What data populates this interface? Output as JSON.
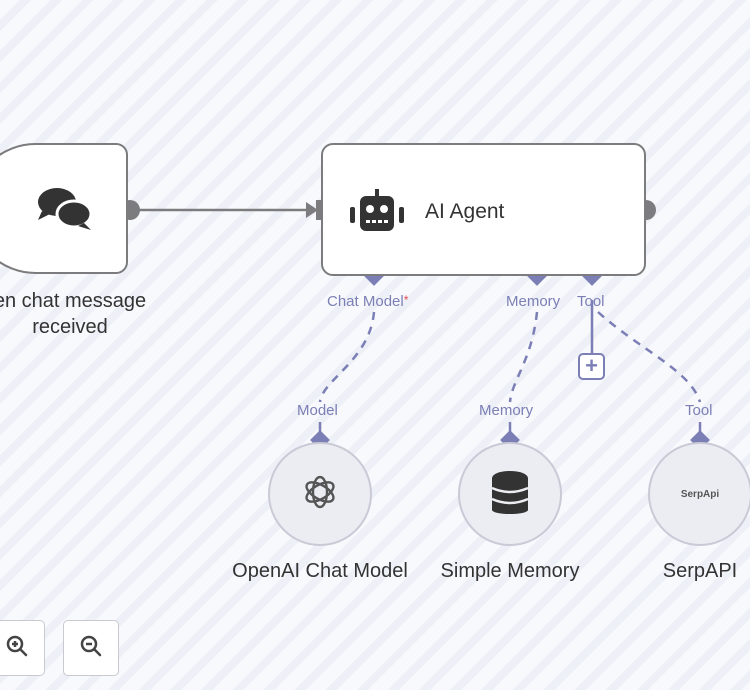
{
  "colors": {
    "connector": "#7b7fb5",
    "main_wire": "#7c7c7f",
    "required_marker": "#e5484d"
  },
  "trigger_node": {
    "icon": "chat-bubbles-icon",
    "label_line1": "en chat message",
    "label_line2": "received"
  },
  "agent_node": {
    "icon": "robot-icon",
    "title": "AI Agent",
    "ports": {
      "chat_model": "Chat Model",
      "chat_model_required": "*",
      "memory": "Memory",
      "tool": "Tool"
    }
  },
  "sub_nodes": [
    {
      "name": "OpenAI Chat Model",
      "port_label": "Model",
      "icon": "openai-icon"
    },
    {
      "name": "Simple Memory",
      "port_label": "Memory",
      "icon": "database-icon"
    },
    {
      "name": "SerpAPI",
      "port_label": "Tool",
      "icon": "serpapi-logo",
      "logo_text": "SerpApi"
    }
  ],
  "add_tool": {
    "label": "+"
  },
  "zoom_controls": {
    "zoom_in": "zoom-in-icon",
    "zoom_out": "zoom-out-icon"
  }
}
